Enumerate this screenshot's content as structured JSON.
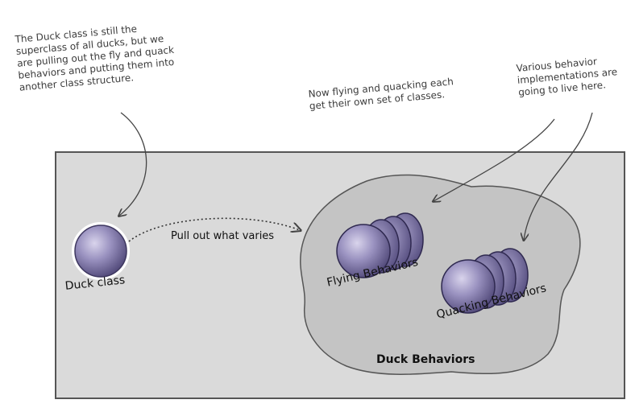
{
  "notes": {
    "left": "The Duck class is still the\nsuperclass of all ducks, but we\nare pulling out the fly and quack\nbehaviors and putting them into\nanother class structure.",
    "middle": "Now flying and quacking each\nget their own set of classes.",
    "right": "Various behavior\nimplementations are\ngoing to live here."
  },
  "labels": {
    "duck_class": "Duck class",
    "pull_out": "Pull out what varies",
    "flying": "Flying Behaviors",
    "quacking": "Quacking Behaviors",
    "duck_behaviors": "Duck Behaviors"
  },
  "colors": {
    "panel": "#dadada",
    "blob": "#c4c4c4",
    "sphere": "#9a92c0",
    "sphere_dark": "#4f4777",
    "ink": "#333333"
  }
}
